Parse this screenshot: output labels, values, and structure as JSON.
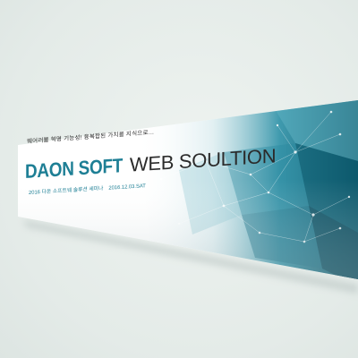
{
  "banner": {
    "tagline": "웨어러블 혁명 기능성! 융복합된 가치를 지식으로…",
    "brand": "DAON SOFT",
    "title_rest": "WEB SOULTION",
    "subline_text": "2016 다온 소프트웨 솔루션 세미나",
    "subline_date": "2016.12.03.SAT"
  },
  "colors": {
    "background": "#e8eeeb",
    "banner_white": "#ffffff",
    "accent_teal": "#1e7f95",
    "deep_teal": "#0f5566",
    "text_dark": "#2b2b2b"
  }
}
